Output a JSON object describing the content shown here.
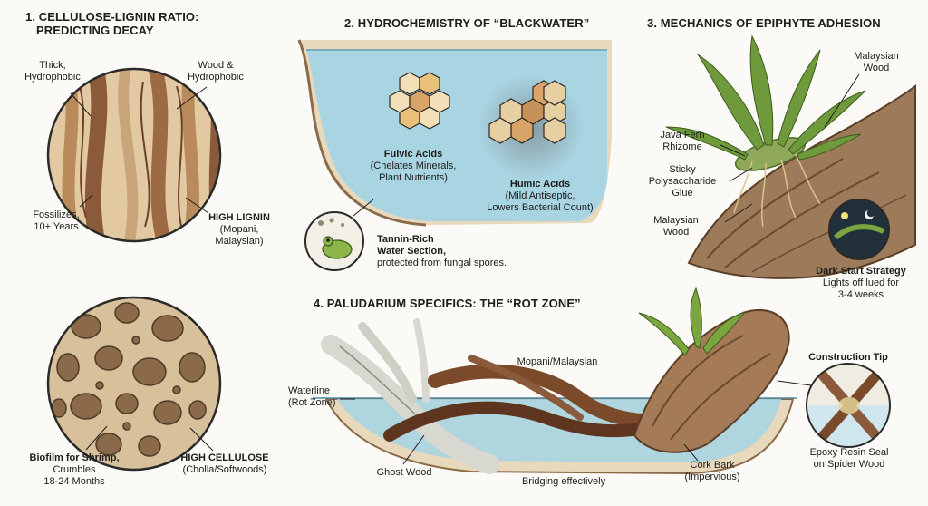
{
  "section1": {
    "title_line1": "1. CELLULOSE-LIGNIN RATIO:",
    "title_line2": "PREDICTING DECAY",
    "label_thick_line1": "Thick,",
    "label_thick_line2": "Hydrophobic",
    "label_wood_line1": "Wood &",
    "label_wood_line2": "Hydrophobic",
    "label_fossil_line1": "Fossilizes,",
    "label_fossil_line2": "10+ Years",
    "label_lignin_head": "HIGH LIGNIN",
    "label_lignin_sub1": "(Mopani,",
    "label_lignin_sub2": "Malaysian)",
    "label_biofilm_head": "Biofilm for Shrimp,",
    "label_biofilm_sub1": "Crumbles",
    "label_biofilm_sub2": "18-24 Months",
    "label_cellulose_head": "HIGH CELLULOSE",
    "label_cellulose_sub": "(Cholla/Softwoods)"
  },
  "section2": {
    "title": "2. HYDROCHEMISTRY OF “BLACKWATER”",
    "fulvic_head": "Fulvic Acids",
    "fulvic_sub1": "(Chelates Minerals,",
    "fulvic_sub2": "Plant Nutrients)",
    "humic_head": "Humic Acids",
    "humic_sub1": "(Mild Antiseptic,",
    "humic_sub2": "Lowers Bacterial Count)",
    "tannin_head1": "Tannin-Rich",
    "tannin_head2": "Water Section,",
    "tannin_sub": "protected from fungal spores."
  },
  "section3": {
    "title": "3. MECHANICS OF EPIPHYTE ADHESION",
    "label_malaysian_top1": "Malaysian",
    "label_malaysian_top2": "Wood",
    "label_rhizome1": "Java Fern",
    "label_rhizome2": "Rhizome",
    "label_glue1": "Sticky",
    "label_glue2": "Polysaccharide",
    "label_glue3": "Glue",
    "label_malaysian_low1": "Malaysian",
    "label_malaysian_low2": "Wood",
    "dark_head": "Dark Start Strategy",
    "dark_sub1": "Lights off lued for",
    "dark_sub2": "3-4 weeks"
  },
  "section4": {
    "title": "4. PALUDARIUM SPECIFICS: THE “ROT ZONE”",
    "label_waterline1": "Waterline",
    "label_waterline2": "(Rot Zone)",
    "label_mopani": "Mopani/Malaysian",
    "label_ghost": "Ghost Wood",
    "label_bridging": "Bridging effectively",
    "label_cork1": "Cork Bark",
    "label_cork2": "(Impervious)",
    "tip_head": "Construction Tip",
    "tip_sub1": "Epoxy Resin Seal",
    "tip_sub2": "on Spider Wood"
  },
  "colors": {
    "water": "#a9d4e2",
    "wood_dark": "#8a5a3a",
    "wood_light": "#c9a57c",
    "leaf": "#6f9a3c",
    "ink": "#1d1d1b"
  }
}
